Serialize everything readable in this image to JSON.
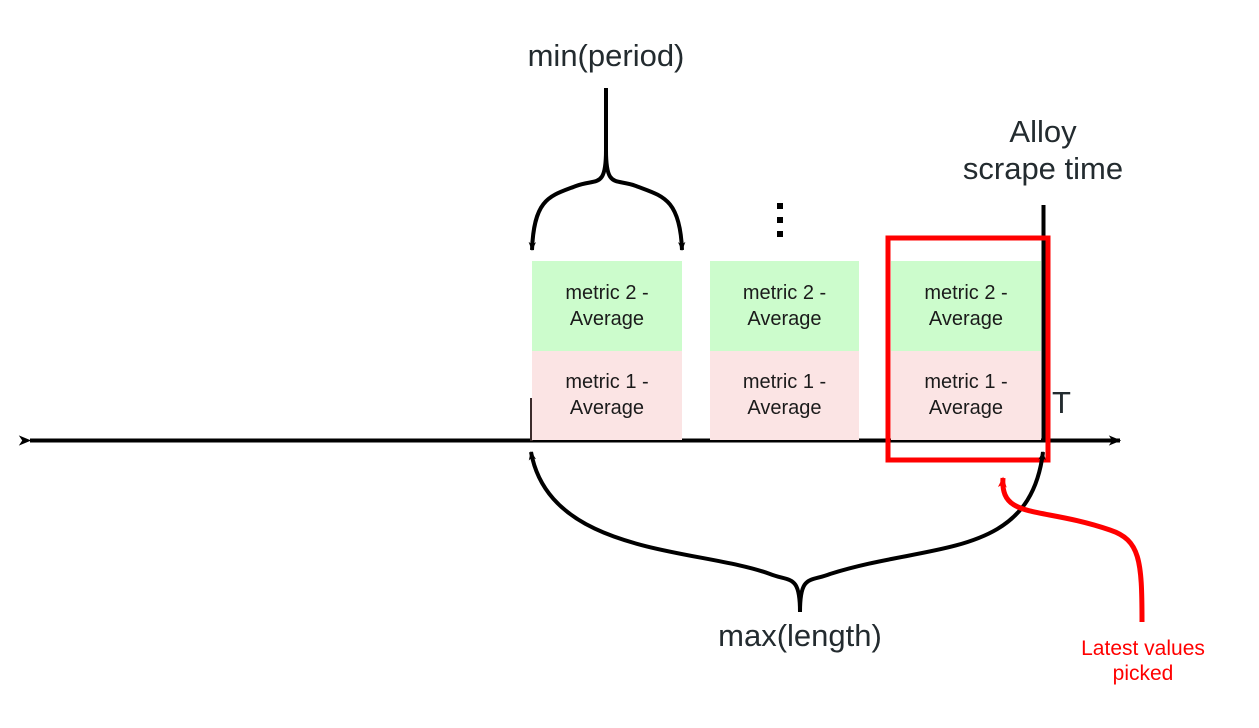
{
  "diagram": {
    "title_labels": {
      "min_period": "min(period)",
      "max_length": "max(length)",
      "alloy_scrape_time": "Alloy\nscrape time",
      "time_axis": "T",
      "latest_values_picked": "Latest values\npicked"
    },
    "colors": {
      "metric2_fill": "#ccfccc",
      "metric1_fill": "#fbe4e4",
      "highlight_stroke": "#ff0000",
      "axis_stroke": "#000000",
      "text": "#232b2f"
    },
    "axis": {
      "name": "time-axis",
      "label": "T",
      "direction": "bidirectional"
    },
    "ellipsis": {
      "name": "vertical-ellipsis",
      "glyph": "⋮",
      "dot_count": 3
    },
    "periods": [
      {
        "id": "period-1",
        "metric2_label": "metric 2 -\nAverage",
        "metric1_label": "metric 1 -\nAverage"
      },
      {
        "id": "period-2",
        "metric2_label": "metric 2 -\nAverage",
        "metric1_label": "metric 1 -\nAverage"
      },
      {
        "id": "period-3",
        "metric2_label": "metric 2 -\nAverage",
        "metric1_label": "metric 1 -\nAverage",
        "highlighted": "true"
      }
    ],
    "annotations": [
      {
        "name": "min-period-brace",
        "label": "min(period)",
        "spans": "period-1"
      },
      {
        "name": "max-length-brace",
        "label": "max(length)",
        "spans": "period-1 start to scrape time"
      },
      {
        "name": "alloy-scrape-time-marker",
        "label": "Alloy scrape time"
      },
      {
        "name": "latest-values-callout",
        "label": "Latest values picked"
      }
    ]
  }
}
